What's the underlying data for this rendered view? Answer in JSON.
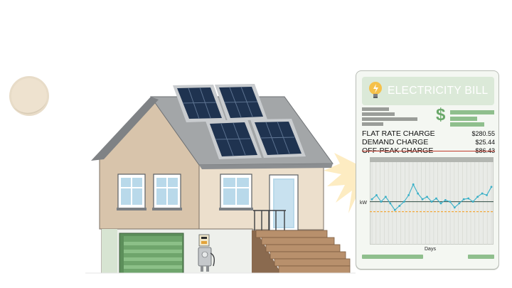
{
  "bill": {
    "title": "ELECTRICITY BILL",
    "icons": [
      "lightbulb-icon",
      "dollar-icon"
    ],
    "charges": [
      {
        "label": "FLAT RATE CHARGE",
        "amount": "$280.55",
        "struck": false
      },
      {
        "label": "DEMAND CHARGE",
        "amount": "$25.44",
        "struck": false
      },
      {
        "label": "OFF-PEAK CHARGE",
        "amount": "$86.43",
        "struck": true
      }
    ],
    "chart": {
      "ylabel": "kW",
      "xlabel": "Days",
      "series_values": [
        0.55,
        0.6,
        0.52,
        0.58,
        0.5,
        0.42,
        0.47,
        0.52,
        0.6,
        0.73,
        0.62,
        0.55,
        0.58,
        0.52,
        0.56,
        0.5,
        0.54,
        0.52,
        0.45,
        0.5,
        0.55,
        0.56,
        0.52,
        0.58,
        0.62,
        0.6,
        0.7
      ],
      "reference_line": 0.52,
      "threshold_line": 0.4
    }
  },
  "colors": {
    "wall": "#d9c6ae",
    "roof": "#9fa2a4",
    "solar_panel": "#1f3350",
    "garage_door": "#6fa56c",
    "bill_header": "#dbe9d8",
    "series_line": "#3ab0c8",
    "threshold_line": "#f3a93c",
    "sun_glow": "#fde9b0",
    "moon": "#ede0cc"
  }
}
